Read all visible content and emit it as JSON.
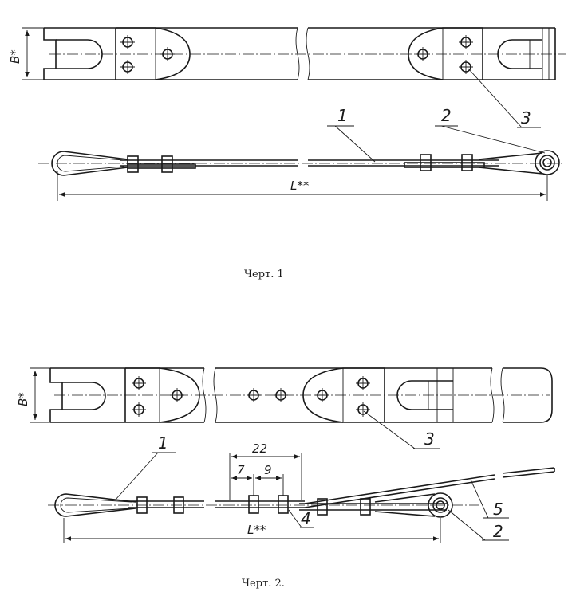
{
  "figure1": {
    "caption": "Черт. 1",
    "width_label": "B*",
    "length_label": "L**",
    "callouts": [
      "1",
      "2",
      "3"
    ]
  },
  "figure2": {
    "caption": "Черт. 2.",
    "width_label": "B*",
    "length_label": "L**",
    "callouts": [
      "1",
      "2",
      "3",
      "4",
      "5"
    ],
    "dimensions": [
      "22",
      "7",
      "9"
    ]
  }
}
